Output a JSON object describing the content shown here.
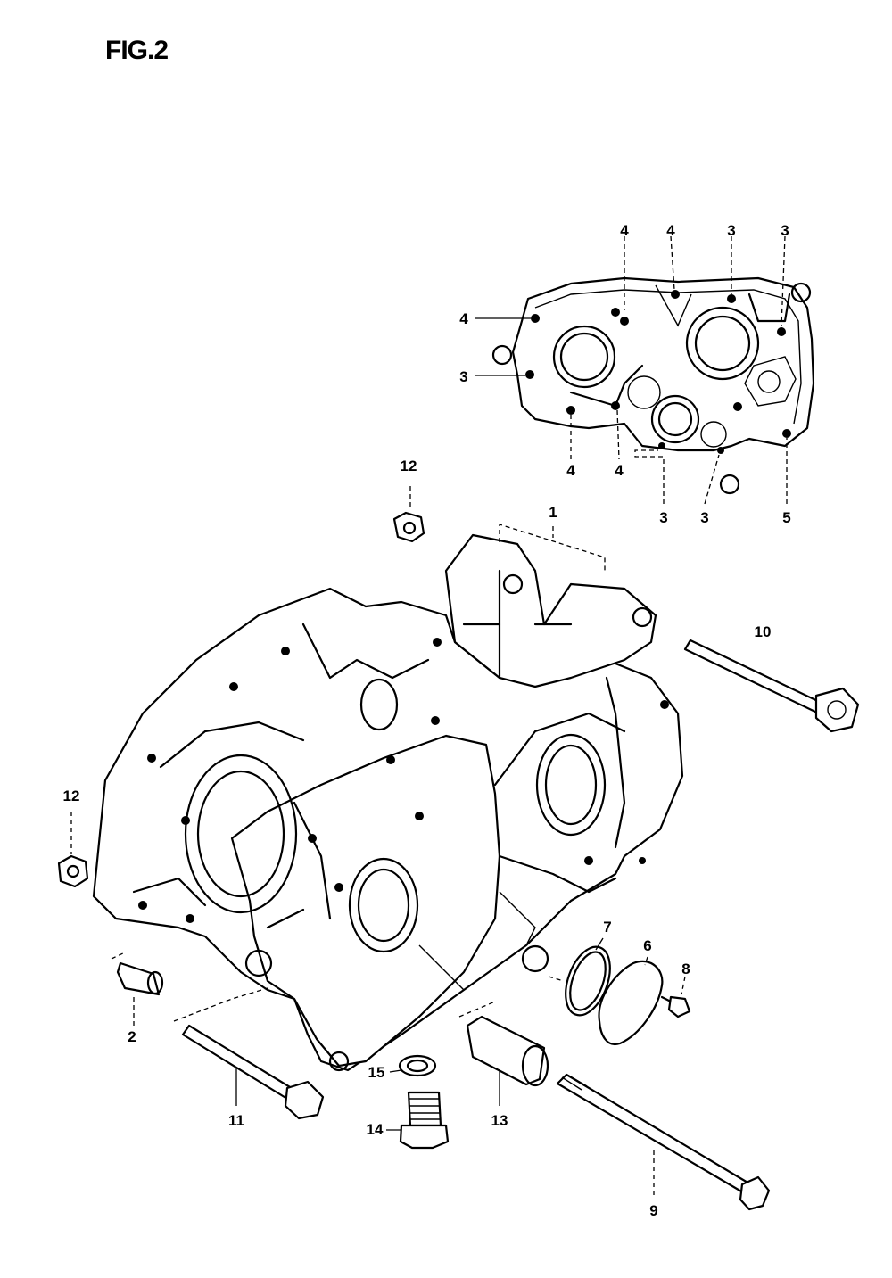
{
  "figure": {
    "title": "FIG.2"
  },
  "callouts": [
    {
      "id": "c1",
      "label": "1"
    },
    {
      "id": "c2",
      "label": "2"
    },
    {
      "id": "c3a",
      "label": "3"
    },
    {
      "id": "c3b",
      "label": "3"
    },
    {
      "id": "c3c",
      "label": "3"
    },
    {
      "id": "c3d",
      "label": "3"
    },
    {
      "id": "c3e",
      "label": "3"
    },
    {
      "id": "c4a",
      "label": "4"
    },
    {
      "id": "c4b",
      "label": "4"
    },
    {
      "id": "c4c",
      "label": "4"
    },
    {
      "id": "c4d",
      "label": "4"
    },
    {
      "id": "c4e",
      "label": "4"
    },
    {
      "id": "c5",
      "label": "5"
    },
    {
      "id": "c6",
      "label": "6"
    },
    {
      "id": "c7",
      "label": "7"
    },
    {
      "id": "c8",
      "label": "8"
    },
    {
      "id": "c9",
      "label": "9"
    },
    {
      "id": "c10",
      "label": "10"
    },
    {
      "id": "c11",
      "label": "11"
    },
    {
      "id": "c12a",
      "label": "12"
    },
    {
      "id": "c12b",
      "label": "12"
    },
    {
      "id": "c13",
      "label": "13"
    },
    {
      "id": "c14",
      "label": "14"
    },
    {
      "id": "c15",
      "label": "15"
    }
  ]
}
